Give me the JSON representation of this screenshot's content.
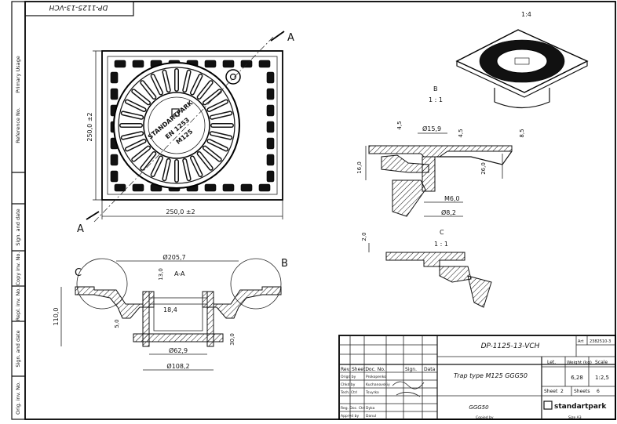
{
  "top_stamp": "DP-1125-13-VCH",
  "side_labels": [
    "Primary Usage",
    "Reference No.",
    "Sign. and date",
    "Copy inv. No.",
    "Repl. inv. No.",
    "Sign. and date",
    "Orig. inv. No."
  ],
  "scale_iso": "1:4",
  "section_a": {
    "marker": "A",
    "label": "A-A"
  },
  "detail_b": {
    "marker": "B",
    "scale": "1 : 1"
  },
  "detail_c": {
    "marker": "C",
    "scale": "1 : 1"
  },
  "plan_dims": {
    "height": "250,0 ±2",
    "width": "250,0 ±2"
  },
  "grate_text": [
    "STANDARTPARK",
    "EN 1253",
    "M125"
  ],
  "section_dims": {
    "d1": "Ø205,7",
    "d2": "13,0",
    "d3": "110,0",
    "d4": "18,4",
    "d5": "5,0",
    "d6": "Ø62,9",
    "d7": "Ø108,2",
    "d8": "30,0"
  },
  "detail_b_dims": {
    "a": "4,5",
    "b": "Ø15,9",
    "c": "4,5",
    "d": "8,5",
    "e": "16,0",
    "f": "26,0",
    "g": "M6,0",
    "h": "Ø8,2"
  },
  "detail_c_dims": {
    "a": "2,0"
  },
  "title_block": {
    "drawing_no": "DP-1125-13-VCH",
    "art_label": "Art",
    "art_no": "2382510-3",
    "title": "Trap type M125 GGG50",
    "material": "GGG50",
    "col_headers": [
      "Rev.",
      "Sheet",
      "Doc. No.",
      "Sign.",
      "Data"
    ],
    "rows": [
      {
        "role": "Origd by",
        "name": "Prokopenko"
      },
      {
        "role": "Chkd by",
        "name": "Kuchanovskiy"
      },
      {
        "role": "Tech. Ctrl",
        "name": "Tsvyrko"
      },
      {
        "role": "",
        "name": ""
      },
      {
        "role": "Reg. Doc. Ctrl",
        "name": "Dyka"
      },
      {
        "role": "Apprvd by",
        "name": "Danul"
      }
    ],
    "let_label": "Let.",
    "weight_label": "Weight (kg)",
    "scale_label": "Scale",
    "weight": "6,28",
    "scale": "1:2,5",
    "sheet_label": "Sheet",
    "sheet_no": "2",
    "sheets_label": "Sheets",
    "sheets_total": "6",
    "company": "standartpark",
    "copied_by": "Copied by",
    "format": "Size A3"
  }
}
